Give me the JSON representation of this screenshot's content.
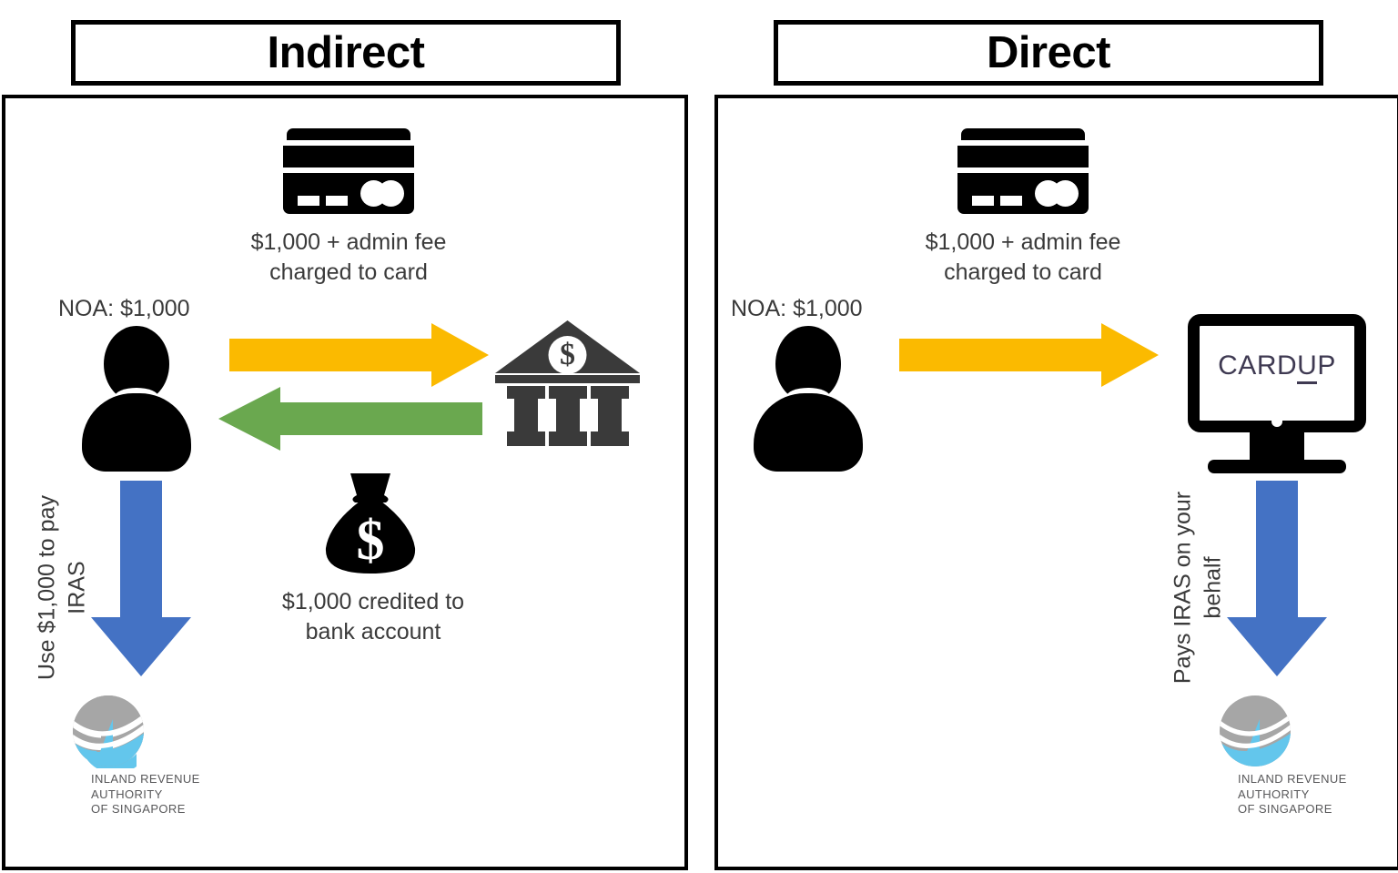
{
  "diagram": {
    "title_boxes": [
      {
        "label": "Indirect"
      },
      {
        "label": "Direct"
      }
    ],
    "panels": [
      {
        "id": "indirect",
        "title": "Indirect",
        "card_caption": "$1,000 + admin fee\ncharged to card",
        "noa_label": "NOA: $1,000",
        "vertical_label": "Use $1,000 to pay\nIRAS",
        "bag_caption": "$1,000 credited to\nbank account",
        "icons": {
          "credit_card": "credit-card-icon",
          "person": "person-icon",
          "bank": "bank-icon",
          "money_bag": "money-bag-icon",
          "iras_logo": "iras-logo"
        },
        "arrows": [
          {
            "name": "arrow-right-yellow",
            "direction": "right",
            "color": "#FBBA00"
          },
          {
            "name": "arrow-left-green",
            "direction": "left",
            "color": "#6AA84F"
          },
          {
            "name": "arrow-down-blue",
            "direction": "down",
            "color": "#4472C4"
          }
        ]
      },
      {
        "id": "direct",
        "title": "Direct",
        "card_caption": "$1,000 + admin fee\ncharged to card",
        "noa_label": "NOA: $1,000",
        "vertical_label": "Pays IRAS on your\nbehalf",
        "icons": {
          "credit_card": "credit-card-icon",
          "person": "person-icon",
          "monitor": "monitor-cardup-icon",
          "iras_logo": "iras-logo"
        },
        "arrows": [
          {
            "name": "arrow-right-yellow",
            "direction": "right",
            "color": "#FBBA00"
          },
          {
            "name": "arrow-down-blue",
            "direction": "down",
            "color": "#4472C4"
          }
        ]
      }
    ],
    "logos": {
      "cardup": {
        "text_card": "CARD",
        "text_u": "U",
        "text_p": "P"
      },
      "iras": {
        "lines": "INLAND REVENUE\nAUTHORITY\nOF SINGAPORE"
      }
    },
    "colors": {
      "yellow_arrow": "#FBBA00",
      "green_arrow": "#6AA84F",
      "blue_arrow": "#4472C4",
      "bank_gray": "#3a3a3a",
      "iras_gray": "#a6a6a6",
      "iras_blue": "#63c6ec",
      "cardup_purple": "#3f3a52",
      "text_gray": "#3a3a3a",
      "border_black": "#000000"
    }
  }
}
